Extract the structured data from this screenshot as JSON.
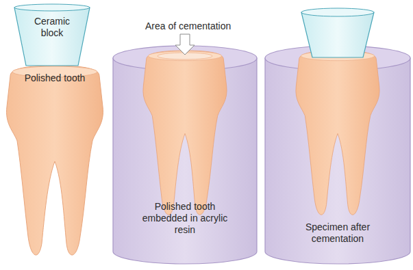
{
  "diagram": {
    "nodes": [
      {
        "text": [
          "Ceramic block"
        ]
      },
      {
        "text": [
          "Polished tooth"
        ]
      },
      {
        "text": [
          "Polished tooth embedded in acrylic resin"
        ]
      },
      {
        "text": [
          "Specimen after cementation"
        ]
      }
    ],
    "labels": [
      "Area of cementation"
    ]
  }
}
